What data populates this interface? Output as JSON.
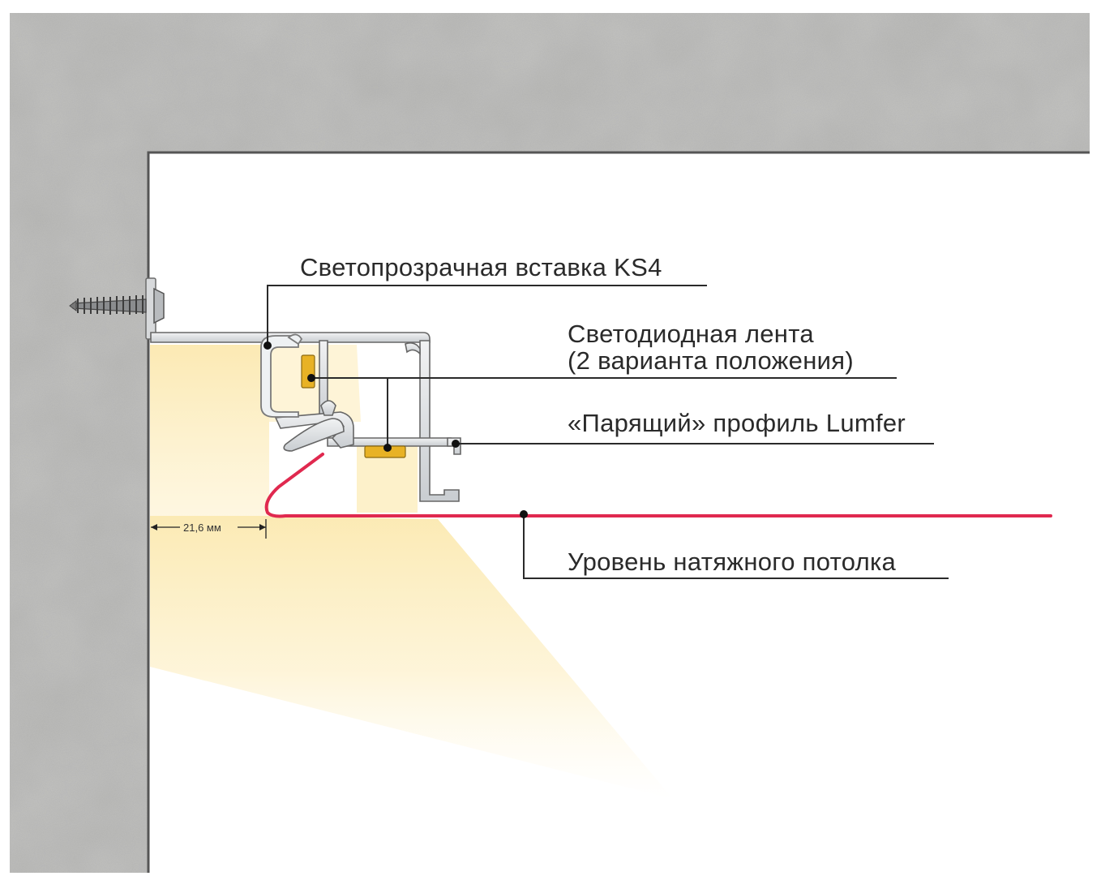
{
  "labels": {
    "insert": "Светопрозрачная вставка KS4",
    "led_line1": "Светодиодная лента",
    "led_line2": "(2 варианта положения)",
    "profile": "«Парящий» профиль Lumfer",
    "ceiling_level": "Уровень натяжного потолка",
    "gap_dimension": "21,6 мм"
  },
  "colors": {
    "concrete": "#c4c4c2",
    "ceiling_membrane": "#e0294f",
    "led_strip": "#e8b225",
    "light_glow": "#fcefc2",
    "aluminium": "#d9dcdf"
  },
  "icons": [
    "screw-icon"
  ]
}
